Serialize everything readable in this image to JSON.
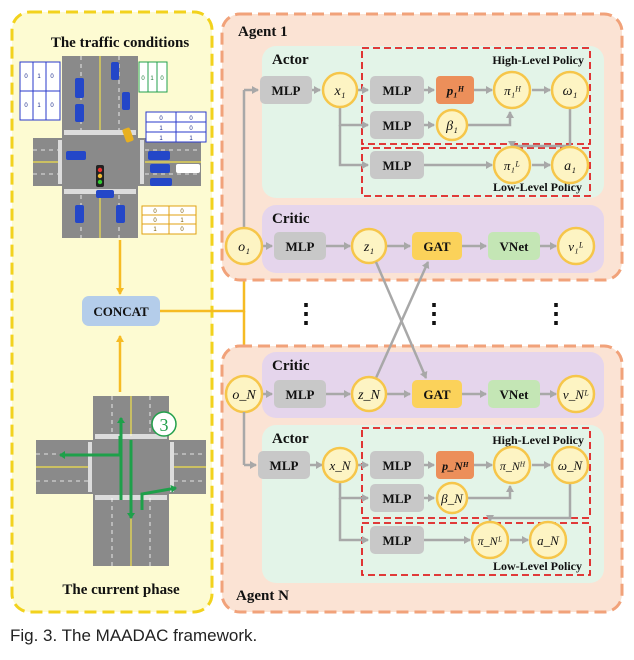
{
  "caption": "Fig. 3. The MAADAC framework.",
  "left_panel": {
    "title_top": "The traffic conditions",
    "title_bottom": "The current phase",
    "concat": "CONCAT",
    "phase_number": "3"
  },
  "agent1": {
    "title": "Agent 1",
    "actor": {
      "label": "Actor",
      "mlp1": "MLP",
      "x": "x₁",
      "mlp2": "MLP",
      "p": "p₁ᴴ",
      "pi_h": "π₁ᴴ",
      "omega": "ω₁",
      "mlp3": "MLP",
      "beta": "β₁",
      "mlp4": "MLP",
      "pi_l": "π₁ᴸ",
      "a": "a₁"
    },
    "high_policy": "High-Level Policy",
    "low_policy": "Low-Level Policy",
    "critic": {
      "label": "Critic",
      "o": "o₁",
      "mlp": "MLP",
      "z": "z₁",
      "gat": "GAT",
      "vnet": "VNet",
      "v": "v₁ᴸ"
    }
  },
  "agentN": {
    "title": "Agent N",
    "actor": {
      "label": "Actor",
      "mlp1": "MLP",
      "x": "x_N",
      "mlp2": "MLP",
      "p": "p_Nᴴ",
      "pi_h": "π_Nᴴ",
      "omega": "ω_N",
      "mlp3": "MLP",
      "beta": "β_N",
      "mlp4": "MLP",
      "pi_l": "π_Nᴸ",
      "a": "a_N"
    },
    "high_policy": "High-Level Policy",
    "low_policy": "Low-Level Policy",
    "critic": {
      "label": "Critic",
      "o": "o_N",
      "mlp": "MLP",
      "z": "z_N",
      "gat": "GAT",
      "vnet": "VNet",
      "v": "v_Nᴸ"
    }
  },
  "ellipsis": "⋮",
  "colors": {
    "left_bg": "#fdfbd2",
    "left_border": "#f2d21d",
    "agent_bg": "#fbe3d4",
    "agent_border": "#f1a27a",
    "actor_bg": "#e3f4e8",
    "critic_bg": "#e5d5ec",
    "node_fill": "#fdf4c3",
    "node_stroke": "#f6c64a",
    "mlp_fill": "#c8c8c8",
    "gat_fill": "#fbd25a",
    "vnet_fill": "#c4e6b5",
    "p_fill": "#ec8f5a",
    "concat_fill": "#b4cdea",
    "policy_border": "#e02020",
    "arrow": "#a8a8a8",
    "yellow_line": "#f6bb23",
    "traffic_arrow": "#1ea04a"
  }
}
